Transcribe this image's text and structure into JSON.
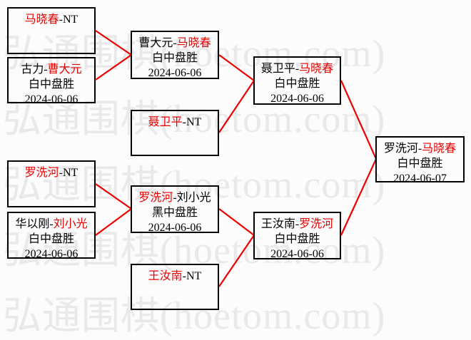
{
  "watermark": {
    "text": "弘通围棋(hoetom.com)",
    "color": "#e9e9e9"
  },
  "colors": {
    "red_name": "#e60000",
    "line": "#ee0000",
    "border": "#000000",
    "background": "#fcfcfc",
    "text": "#000000"
  },
  "matches": [
    {
      "seg1": {
        "text": "马晓春",
        "red": true
      },
      "seg2": {
        "text": "-NT",
        "red": false
      },
      "result": "",
      "date": ""
    },
    {
      "seg1": {
        "text": "古力-",
        "red": false
      },
      "seg2": {
        "text": "曹大元",
        "red": true
      },
      "result": "白中盘胜",
      "date": "2024-06-06"
    },
    {
      "seg1": {
        "text": "罗洗河",
        "red": true
      },
      "seg2": {
        "text": "-NT",
        "red": false
      },
      "result": "",
      "date": ""
    },
    {
      "seg1": {
        "text": "华以刚-",
        "red": false
      },
      "seg2": {
        "text": "刘小光",
        "red": true
      },
      "result": "白中盘胜",
      "date": "2024-06-06"
    },
    {
      "seg1": {
        "text": "曹大元-",
        "red": false
      },
      "seg2": {
        "text": "马晓春",
        "red": true
      },
      "result": "白中盘胜",
      "date": "2024-06-06"
    },
    {
      "seg1": {
        "text": "聂卫平",
        "red": true
      },
      "seg2": {
        "text": "-NT",
        "red": false
      },
      "result": "",
      "date": ""
    },
    {
      "seg1": {
        "text": "罗洗河",
        "red": true
      },
      "seg2": {
        "text": "-刘小光",
        "red": false
      },
      "result": "黑中盘胜",
      "date": "2024-06-06"
    },
    {
      "seg1": {
        "text": "王汝南",
        "red": true
      },
      "seg2": {
        "text": "-NT",
        "red": false
      },
      "result": "",
      "date": ""
    },
    {
      "seg1": {
        "text": "聂卫平-",
        "red": false
      },
      "seg2": {
        "text": "马晓春",
        "red": true
      },
      "result": "白中盘胜",
      "date": "2024-06-06"
    },
    {
      "seg1": {
        "text": "王汝南-",
        "red": false
      },
      "seg2": {
        "text": "罗洗河",
        "red": true
      },
      "result": "白中盘胜",
      "date": "2024-06-06"
    },
    {
      "seg1": {
        "text": "罗洗河-",
        "red": false
      },
      "seg2": {
        "text": "马晓春",
        "red": true
      },
      "result": "白中盘胜",
      "date": "2024-06-07"
    }
  ]
}
